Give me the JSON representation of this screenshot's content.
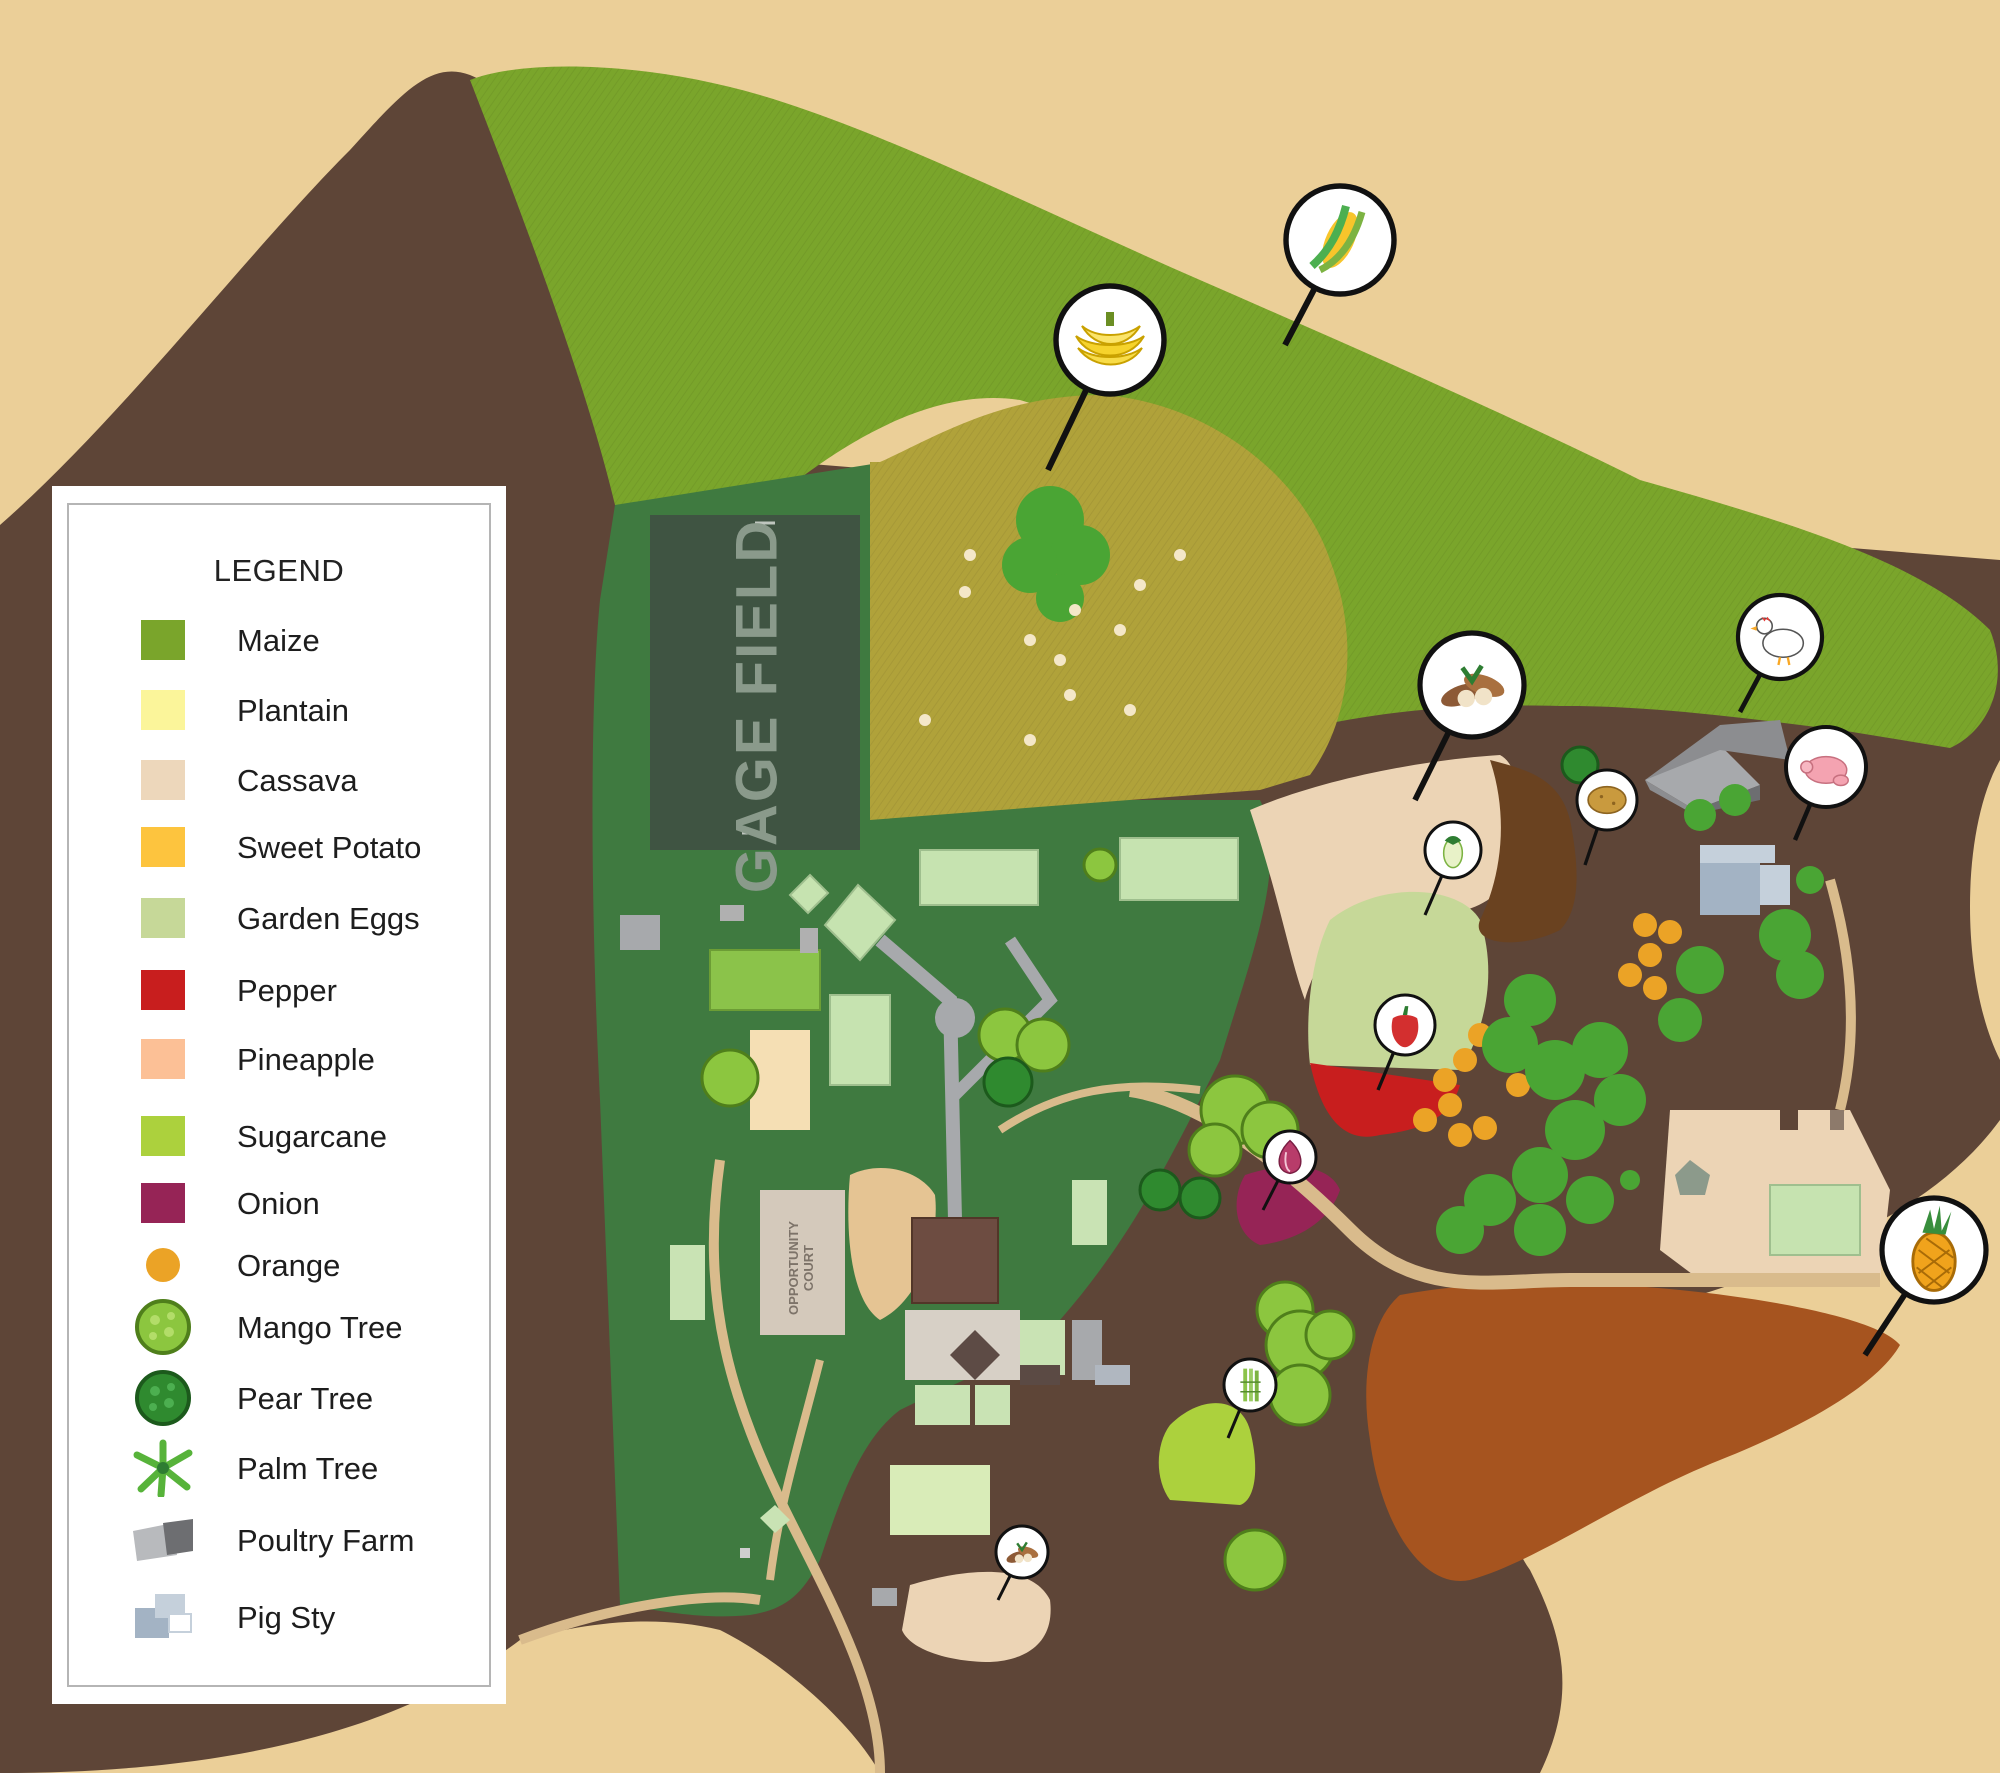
{
  "legend": {
    "title": "LEGEND",
    "items": [
      {
        "key": "maize",
        "label": "Maize",
        "color": "#7aa52b",
        "shape": "square"
      },
      {
        "key": "plantain",
        "label": "Plantain",
        "color": "#fbf59a",
        "shape": "square"
      },
      {
        "key": "cassava",
        "label": "Cassava",
        "color": "#edd7bb",
        "shape": "square"
      },
      {
        "key": "sweet-potato",
        "label": "Sweet Potato",
        "color": "#fdc43e",
        "shape": "square"
      },
      {
        "key": "garden-eggs",
        "label": "Garden Eggs",
        "color": "#c6d898",
        "shape": "square"
      },
      {
        "key": "pepper",
        "label": "Pepper",
        "color": "#c81e1e",
        "shape": "square"
      },
      {
        "key": "pineapple",
        "label": "Pineapple",
        "color": "#fcc096",
        "shape": "square"
      },
      {
        "key": "sugarcane",
        "label": "Sugarcane",
        "color": "#acd13d",
        "shape": "square"
      },
      {
        "key": "onion",
        "label": "Onion",
        "color": "#962456",
        "shape": "square"
      },
      {
        "key": "orange",
        "label": "Orange",
        "color": "#eba326",
        "shape": "circle"
      },
      {
        "key": "mango-tree",
        "label": "Mango Tree",
        "color": "#8cc63f",
        "shape": "tree-light"
      },
      {
        "key": "pear-tree",
        "label": "Pear Tree",
        "color": "#2f8a2f",
        "shape": "tree-dark"
      },
      {
        "key": "palm-tree",
        "label": "Palm Tree",
        "color": "#57b33a",
        "shape": "palm"
      },
      {
        "key": "poultry-farm",
        "label": "Poultry Farm",
        "color": "#a7a9ac",
        "shape": "poultry"
      },
      {
        "key": "pig-sty",
        "label": "Pig Sty",
        "color": "#a3b3c4",
        "shape": "pigsty"
      }
    ]
  },
  "map": {
    "field_label": "GAGE FIELD",
    "court_label_line1": "OPPORTUNITY",
    "court_label_line2": "COURT"
  },
  "markers": [
    {
      "name": "maize-marker-icon",
      "icon": "maize"
    },
    {
      "name": "plantain-marker-icon",
      "icon": "plantain"
    },
    {
      "name": "cassava-marker-icon",
      "icon": "cassava"
    },
    {
      "name": "poultry-marker-icon",
      "icon": "chicken"
    },
    {
      "name": "pig-marker-icon",
      "icon": "pig"
    },
    {
      "name": "sweet-potato-marker-icon",
      "icon": "potato"
    },
    {
      "name": "garden-eggs-marker-icon",
      "icon": "garden-egg"
    },
    {
      "name": "pepper-marker-icon",
      "icon": "pepper"
    },
    {
      "name": "onion-marker-icon",
      "icon": "onion"
    },
    {
      "name": "pineapple-marker-icon",
      "icon": "pineapple"
    },
    {
      "name": "sugarcane-marker-icon",
      "icon": "sugarcane"
    },
    {
      "name": "cassava-south-marker-icon",
      "icon": "cassava"
    }
  ]
}
